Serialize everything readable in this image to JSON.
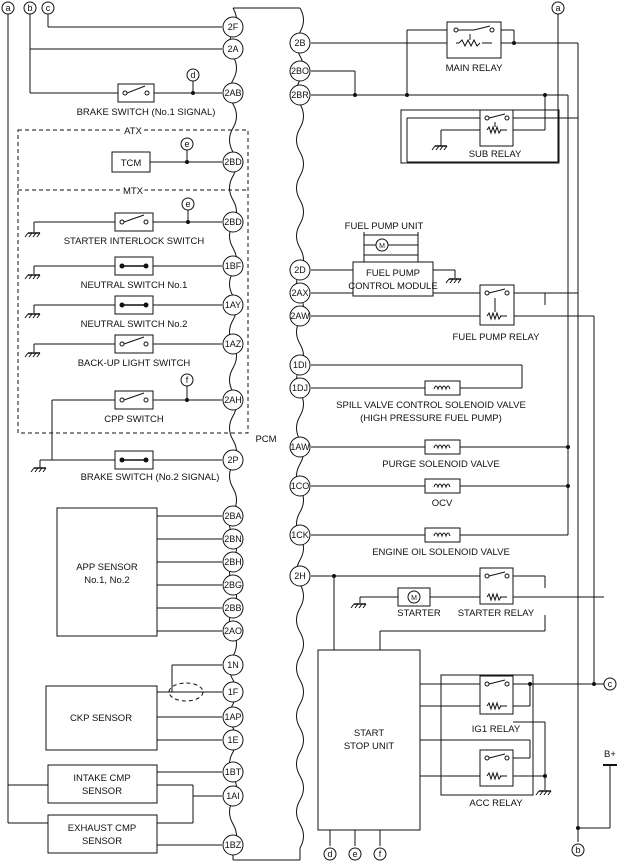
{
  "pcm": {
    "label": "PCM"
  },
  "left_pins": [
    "2F",
    "2A",
    "2AB",
    "2BD",
    "2BD",
    "1BF",
    "1AY",
    "1AZ",
    "2AH",
    "2P",
    "2BA",
    "2BN",
    "2BH",
    "2BG",
    "2BB",
    "2AO",
    "1N",
    "1F",
    "1AP",
    "1E",
    "1BT",
    "1AI",
    "1BZ"
  ],
  "right_pins": [
    "2B",
    "2BO",
    "2BR",
    "2D",
    "2AX",
    "2AW",
    "1DI",
    "1DJ",
    "1AW",
    "1CO",
    "1CK",
    "2H"
  ],
  "connectors": {
    "a": "a",
    "b": "b",
    "c": "c",
    "d": "d",
    "e": "e",
    "f": "f"
  },
  "groups": {
    "atx": "ATX",
    "mtx": "MTX"
  },
  "components": {
    "brake_switch_1": "BRAKE SWITCH (No.1 SIGNAL)",
    "tcm": "TCM",
    "starter_interlock": "STARTER INTERLOCK SWITCH",
    "neutral_1": "NEUTRAL SWITCH No.1",
    "neutral_2": "NEUTRAL SWITCH No.2",
    "backup_light": "BACK-UP LIGHT SWITCH",
    "cpp": "CPP SWITCH",
    "brake_switch_2": "BRAKE SWITCH (No.2 SIGNAL)",
    "app_sensor_1": "APP SENSOR",
    "app_sensor_2": "No.1, No.2",
    "ckp_sensor": "CKP SENSOR",
    "intake_cmp_1": "INTAKE CMP",
    "intake_cmp_2": "SENSOR",
    "exhaust_cmp_1": "EXHAUST CMP",
    "exhaust_cmp_2": "SENSOR",
    "main_relay": "MAIN RELAY",
    "sub_relay": "SUB RELAY",
    "fuel_pump_unit": "FUEL PUMP UNIT",
    "fpcm_1": "FUEL PUMP",
    "fpcm_2": "CONTROL MODULE",
    "fuel_pump_relay": "FUEL PUMP RELAY",
    "spill_valve_1": "SPILL VALVE CONTROL SOLENOID VALVE",
    "spill_valve_2": "(HIGH PRESSURE FUEL PUMP)",
    "purge": "PURGE SOLENOID VALVE",
    "ocv": "OCV",
    "engine_oil": "ENGINE OIL SOLENOID VALVE",
    "starter": "STARTER",
    "starter_relay": "STARTER RELAY",
    "start_stop_1": "START",
    "start_stop_2": "STOP UNIT",
    "ig1_relay": "IG1 RELAY",
    "acc_relay": "ACC RELAY",
    "battery": "B+",
    "motor_symbol": "M"
  }
}
